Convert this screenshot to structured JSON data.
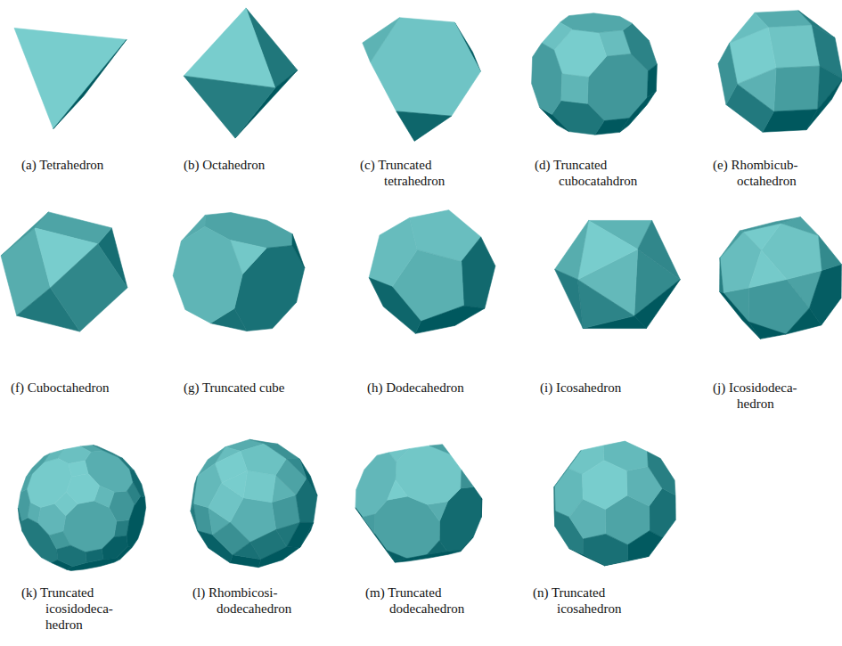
{
  "diagram": {
    "labels": [
      "(a) Tetrahedron",
      "(b) Octahedron",
      "(c) Truncated tetrahedron",
      "(d) Truncated cubocatahdron",
      "(e) Rhombicub- octahedron",
      "(f) Cuboctahedron",
      "(g) Truncated cube",
      "(h) Dodecahedron",
      "(i) Icosahedron",
      "(j) Icosidodeca- hedron",
      "(k) Truncated icosidodeca- hedron",
      "(l) Rhombicosi- dodecahedron",
      "(m) Truncated dodecahedron",
      "(n) Truncated icosahedron"
    ]
  }
}
